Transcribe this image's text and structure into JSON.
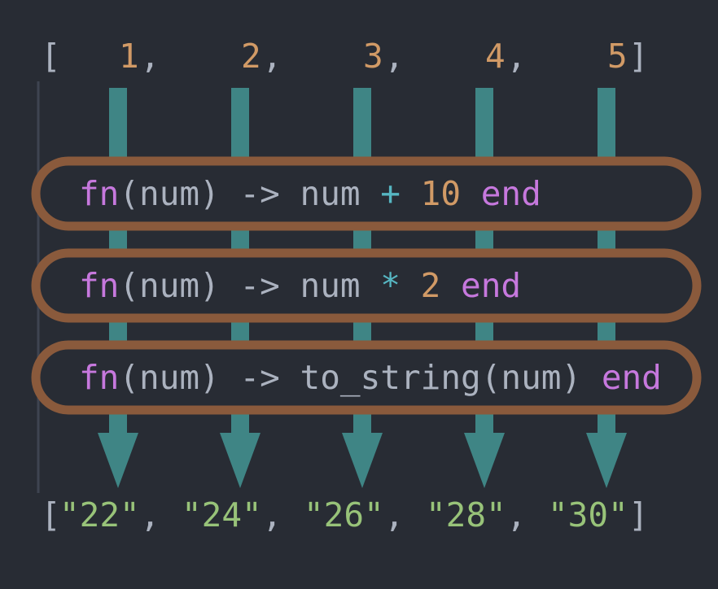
{
  "input_list": {
    "open_bracket": "[",
    "items": [
      {
        "value": "1",
        "sep": ","
      },
      {
        "value": "2",
        "sep": ","
      },
      {
        "value": "3",
        "sep": ","
      },
      {
        "value": "4",
        "sep": ","
      },
      {
        "value": "5",
        "sep": ""
      }
    ],
    "close_bracket": "]"
  },
  "functions": [
    {
      "kw_fn": "fn",
      "params": "(num)",
      "arrow": "->",
      "body_pre": "num",
      "body_op": "+",
      "body_num": "10",
      "body_call": "",
      "kw_end": "end"
    },
    {
      "kw_fn": "fn",
      "params": "(num)",
      "arrow": "->",
      "body_pre": "num",
      "body_op": "*",
      "body_num": "2",
      "body_call": "",
      "kw_end": "end"
    },
    {
      "kw_fn": "fn",
      "params": "(num)",
      "arrow": "->",
      "body_pre": "",
      "body_op": "",
      "body_num": "",
      "body_call": "to_string(num)",
      "kw_end": "end"
    }
  ],
  "output_list": {
    "open_bracket": "[",
    "items": [
      {
        "value": "\"22\"",
        "sep": ","
      },
      {
        "value": "\"24\"",
        "sep": ","
      },
      {
        "value": "\"26\"",
        "sep": ","
      },
      {
        "value": "\"28\"",
        "sep": ","
      },
      {
        "value": "\"30\"",
        "sep": ""
      }
    ],
    "close_bracket": "]"
  },
  "colors": {
    "background": "#282c34",
    "arrow": "#3f8585",
    "function_box": "#8a5a3c",
    "number": "#d19a66",
    "string": "#98c379",
    "keyword": "#c678dd",
    "operator": "#56b6c2",
    "punctuation": "#abb2bf"
  }
}
